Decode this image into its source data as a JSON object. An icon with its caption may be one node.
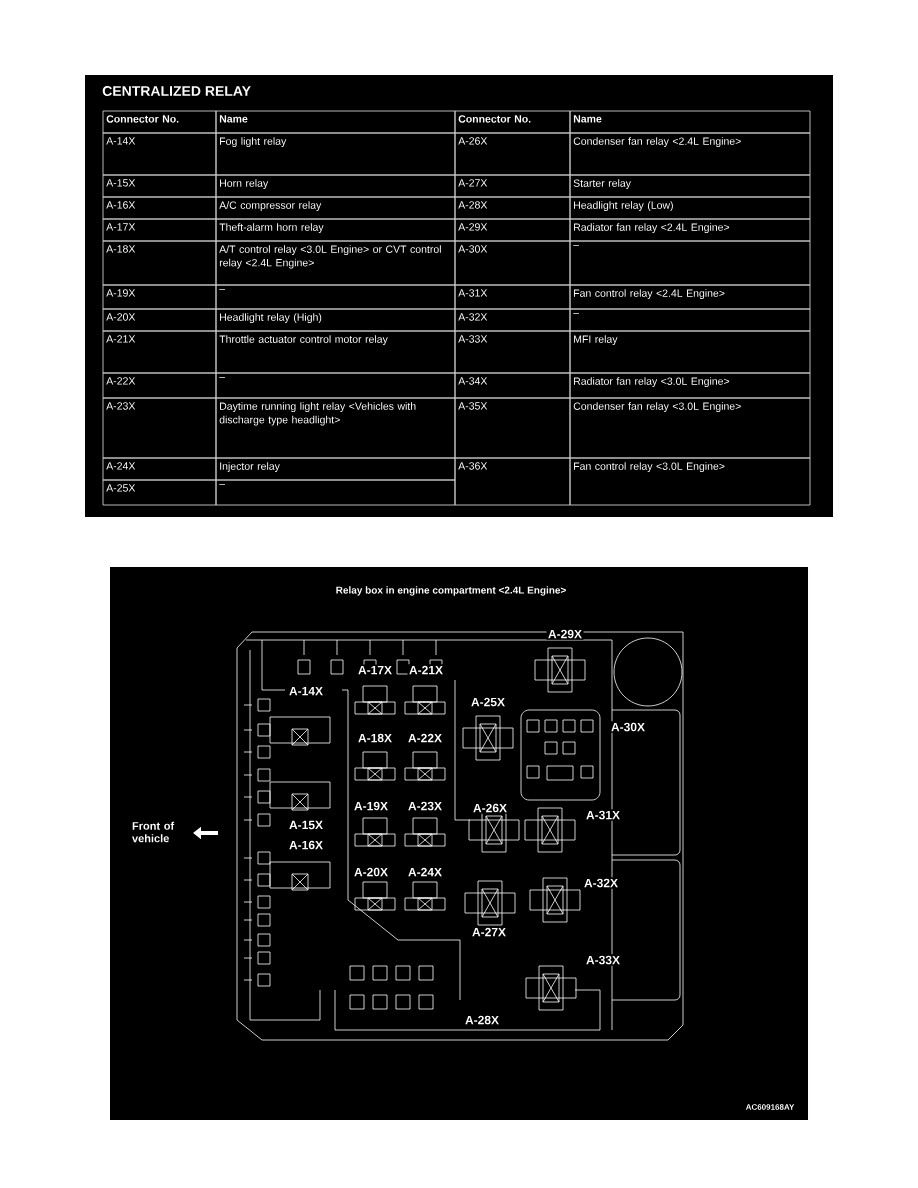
{
  "diagram": {
    "title": "CENTRALIZED RELAY",
    "labels": [
      "Connector No.",
      "Name",
      "Connector No.",
      "Name",
      "A-14X",
      "Fog light relay",
      "A-26X",
      "Condenser fan relay <2.4L Engine>",
      "A-15X",
      "Horn relay",
      "A-27X",
      "Starter relay",
      "A-16X",
      "A/C compressor relay",
      "A-28X",
      "Headlight relay (Low)",
      "A-17X",
      "Theft-alarm horn relay",
      "A-29X",
      "Radiator fan relay <2.4L Engine>",
      "A-18X",
      "A/T control relay <3.0L Engine> or CVT control relay <2.4L Engine>",
      "A-30X",
      "–",
      "A-19X",
      "–",
      "A-31X",
      "Fan control relay <2.4L Engine>",
      "A-20X",
      "Headlight relay (High)",
      "A-32X",
      "–",
      "A-21X",
      "Throttle actuator control motor relay",
      "A-33X",
      "MFI relay",
      "A-22X",
      "–",
      "A-34X",
      "Radiator fan relay <3.0L Engine>",
      "A-23X",
      "Daytime running light relay <Vehicles with discharge type headlight>",
      "A-35X",
      "Condenser fan relay <3.0L Engine>",
      "A-24X",
      "Injector relay",
      "A-36X",
      "Fan control relay <3.0L Engine>",
      "A-25X",
      "–",
      "Relay box in engine compartment <2.4L Engine>",
      "A-29X",
      "A-17X",
      "A-21X",
      "A-14X",
      "A-25X",
      "A-30X",
      "A-18X",
      "A-22X",
      "A-19X",
      "A-23X",
      "A-26X",
      "A-31X",
      "Front of vehicle",
      "A-15X",
      "A-16X",
      "A-20X",
      "A-24X",
      "A-32X",
      "A-27X",
      "A-33X",
      "A-28X",
      "AC609168AY"
    ]
  }
}
